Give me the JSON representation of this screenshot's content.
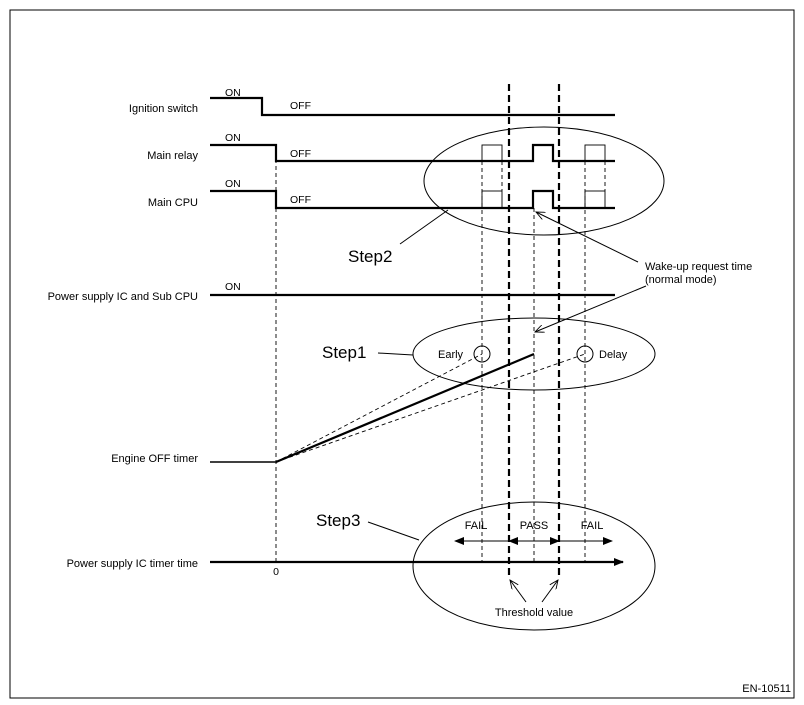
{
  "signals": {
    "ignition_switch": {
      "label": "Ignition switch",
      "on": "ON",
      "off": "OFF"
    },
    "main_relay": {
      "label": "Main relay",
      "on": "ON",
      "off": "OFF"
    },
    "main_cpu": {
      "label": "Main CPU",
      "on": "ON",
      "off": "OFF"
    },
    "power_supply_ic": {
      "label": "Power supply IC and Sub CPU",
      "on": "ON"
    },
    "engine_off_timer": {
      "label": "Engine OFF timer"
    },
    "ic_timer_time": {
      "label": "Power supply IC timer time",
      "zero": "0"
    }
  },
  "steps": {
    "step1": "Step1",
    "step2": "Step2",
    "step3": "Step3"
  },
  "annotations": {
    "early": "Early",
    "delay": "Delay",
    "wakeup_line1": "Wake-up request time",
    "wakeup_line2": "(normal mode)",
    "fail_left": "FAIL",
    "pass": "PASS",
    "fail_right": "FAIL",
    "threshold": "Threshold value"
  },
  "figure_id": "EN-10511"
}
